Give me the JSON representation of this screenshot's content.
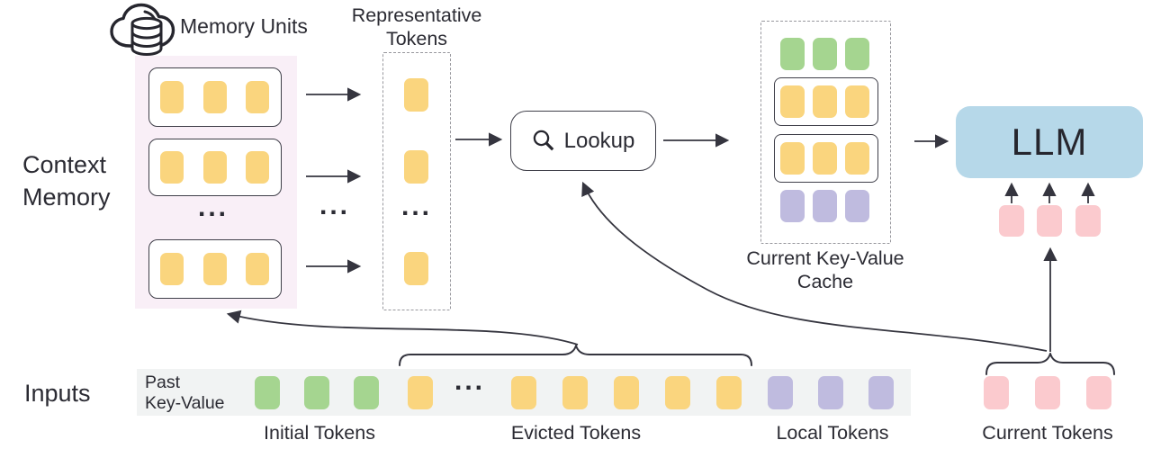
{
  "colors": {
    "ink": "#2b2b33",
    "stroke": "#35353f",
    "token-yellow": "#fad57e",
    "token-green": "#a5d590",
    "token-purple": "#bfbbdf",
    "token-pink": "#fbcace",
    "llm-blue": "#b6d8e9",
    "memory-bg": "#f9eff7",
    "bar-bg": "#f1f3f3",
    "box-border": "#3f3f49",
    "dash-border": "#97979d"
  },
  "diagram": {
    "memory_units_label": "Memory Units",
    "context_memory": {
      "line1": "Context",
      "line2": "Memory"
    },
    "representative": {
      "line1": "Representative",
      "line2": "Tokens"
    },
    "lookup_label": "Lookup",
    "cache_label": {
      "line1": "Current Key-Value",
      "line2": "Cache"
    },
    "llm_label": "LLM",
    "inputs_label": "Inputs",
    "past_kv": {
      "line1": "Past",
      "line2": "Key-Value"
    },
    "token_groups": {
      "initial": "Initial Tokens",
      "evicted": "Evicted Tokens",
      "local": "Local Tokens",
      "current": "Current Tokens"
    },
    "ellipsis": "...",
    "counts": {
      "memory_unit_rows": 3,
      "tokens_per_memory_unit": 3,
      "representative_tokens_shown": 3,
      "cache_rows": 4,
      "initial_tokens": 3,
      "evicted_tokens_shown": 6,
      "local_tokens": 3,
      "current_tokens": 3
    }
  }
}
